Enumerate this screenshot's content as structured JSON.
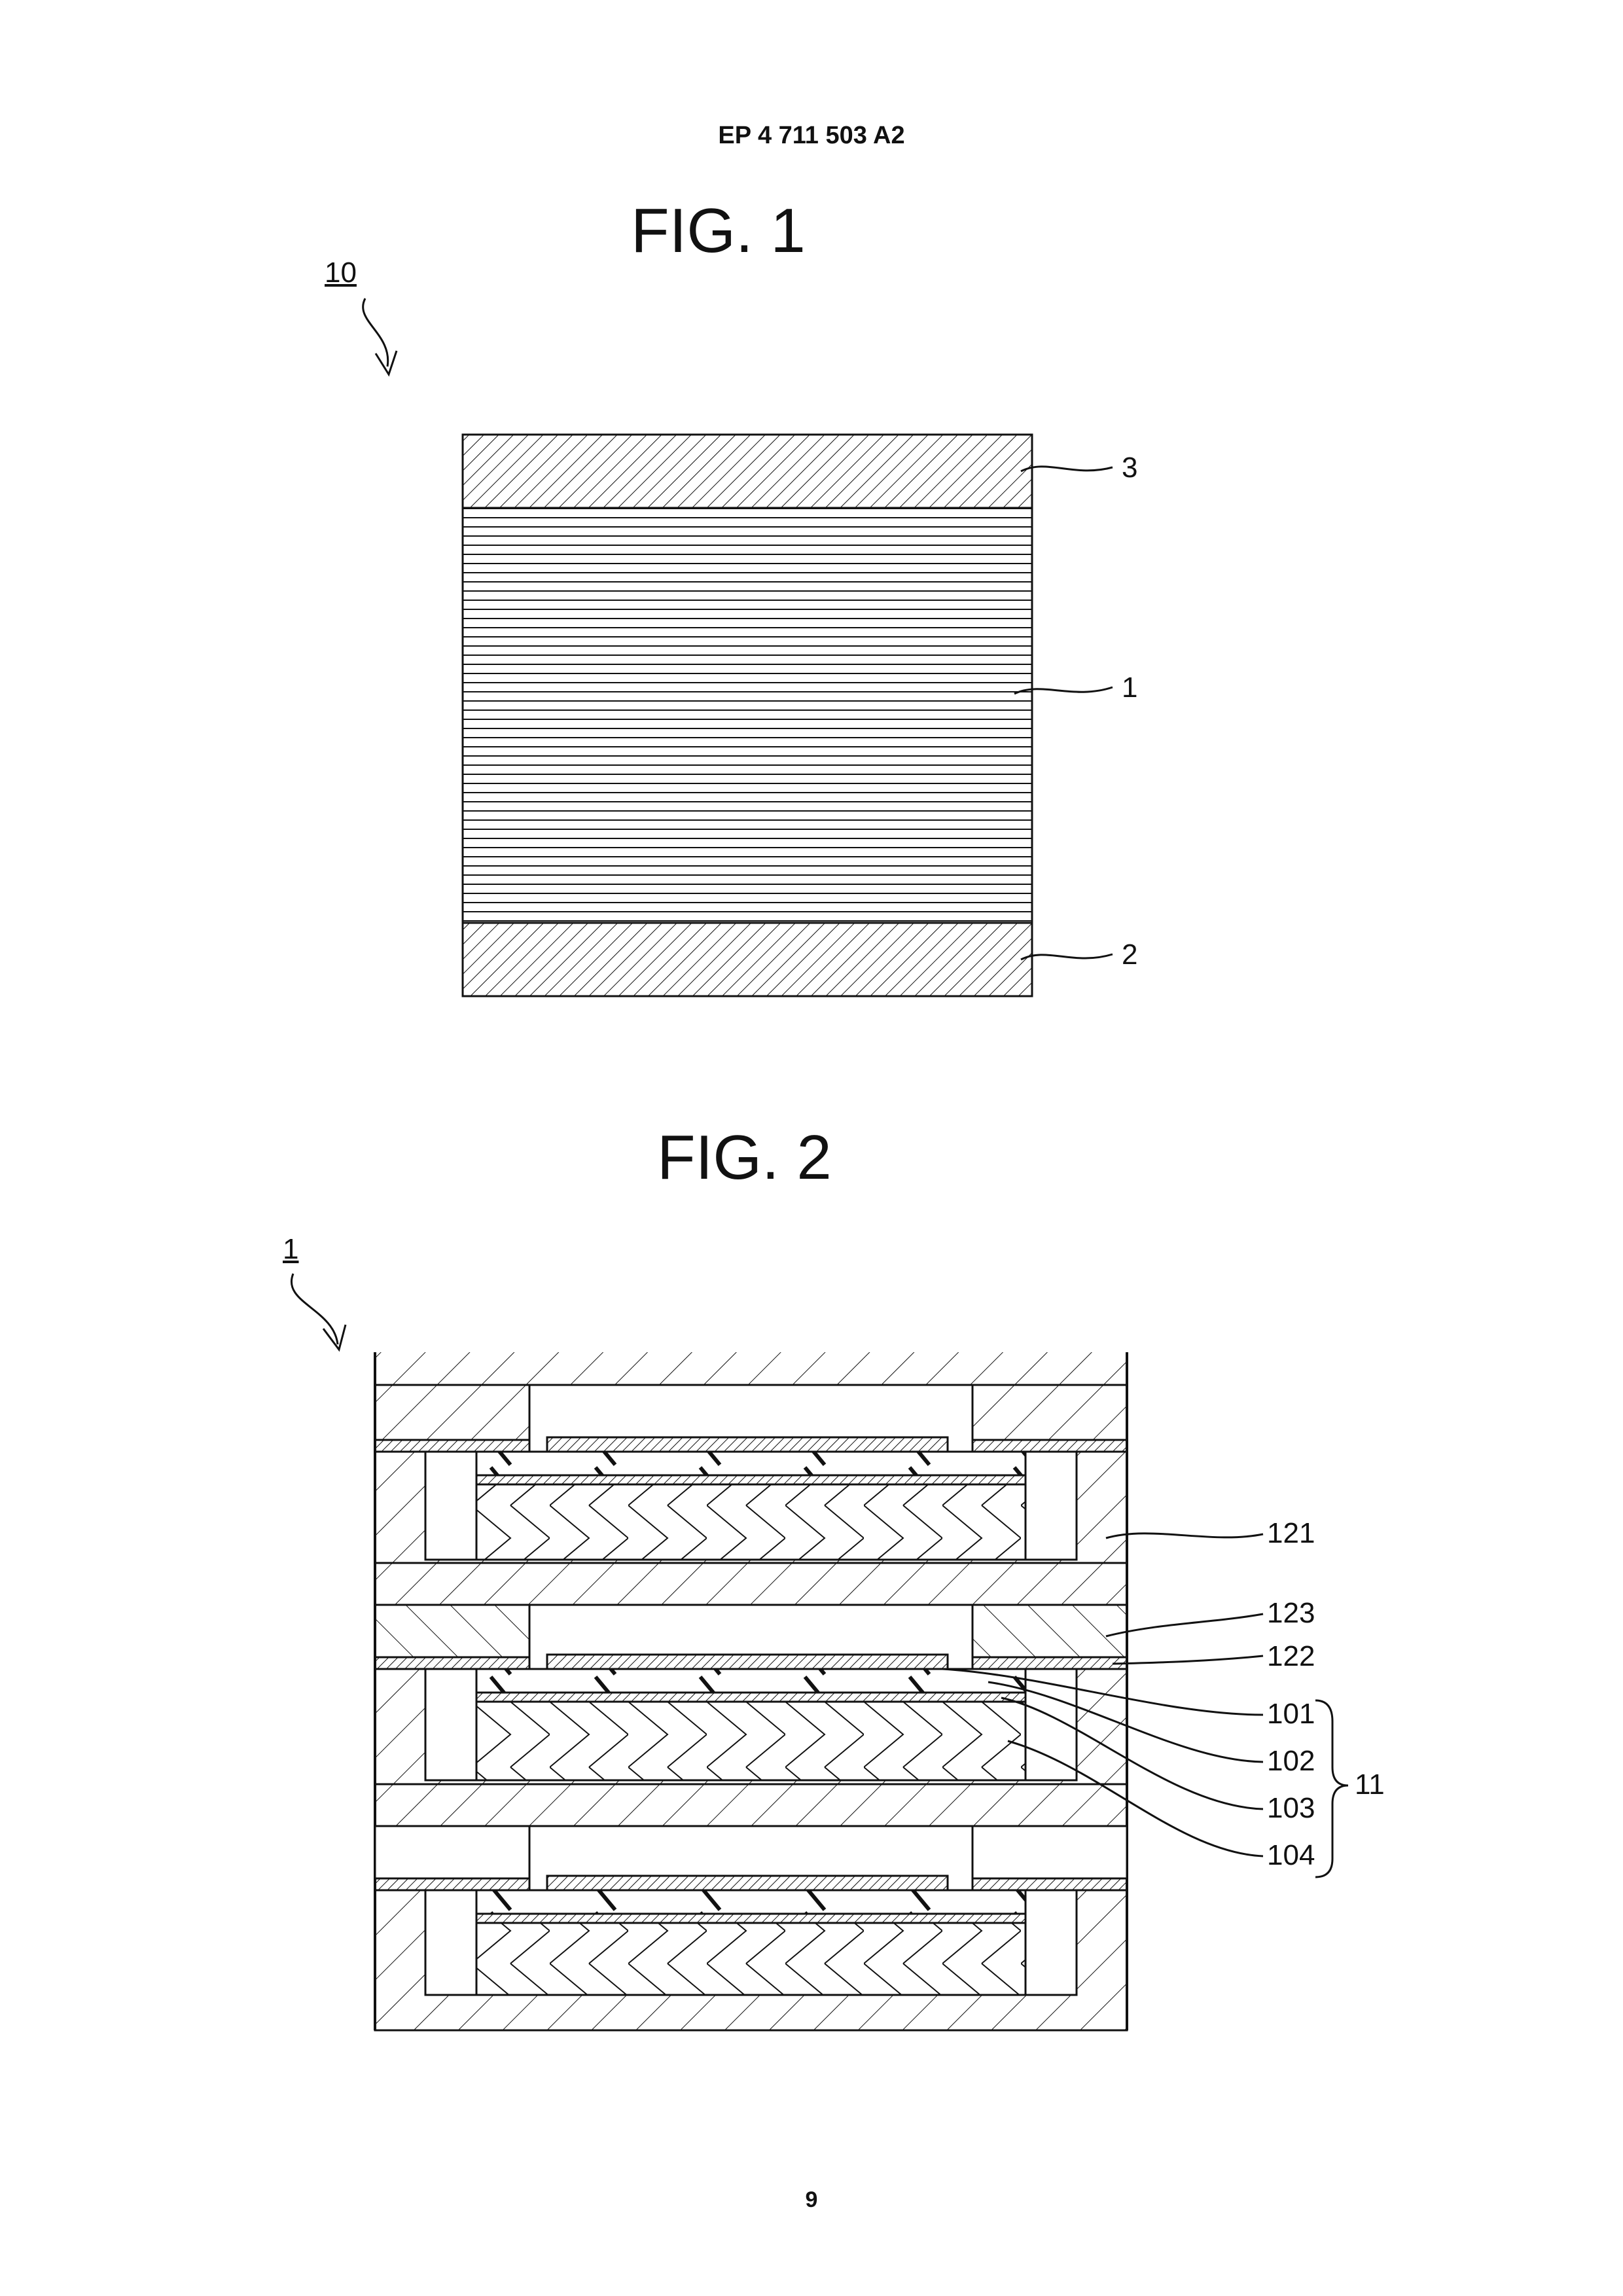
{
  "header": {
    "patent_number": "EP 4 711 503 A2"
  },
  "fig1": {
    "title": "FIG. 1",
    "ref_assembly": "10",
    "labels": [
      "3",
      "1",
      "2"
    ]
  },
  "fig2": {
    "title": "FIG. 2",
    "ref_assembly": "1",
    "labels": [
      "121",
      "123",
      "122",
      "101",
      "102",
      "103",
      "104"
    ],
    "group_label": "11"
  },
  "footer": {
    "page_number": "9"
  },
  "colors": {
    "ink": "#111111",
    "paper": "#ffffff"
  }
}
